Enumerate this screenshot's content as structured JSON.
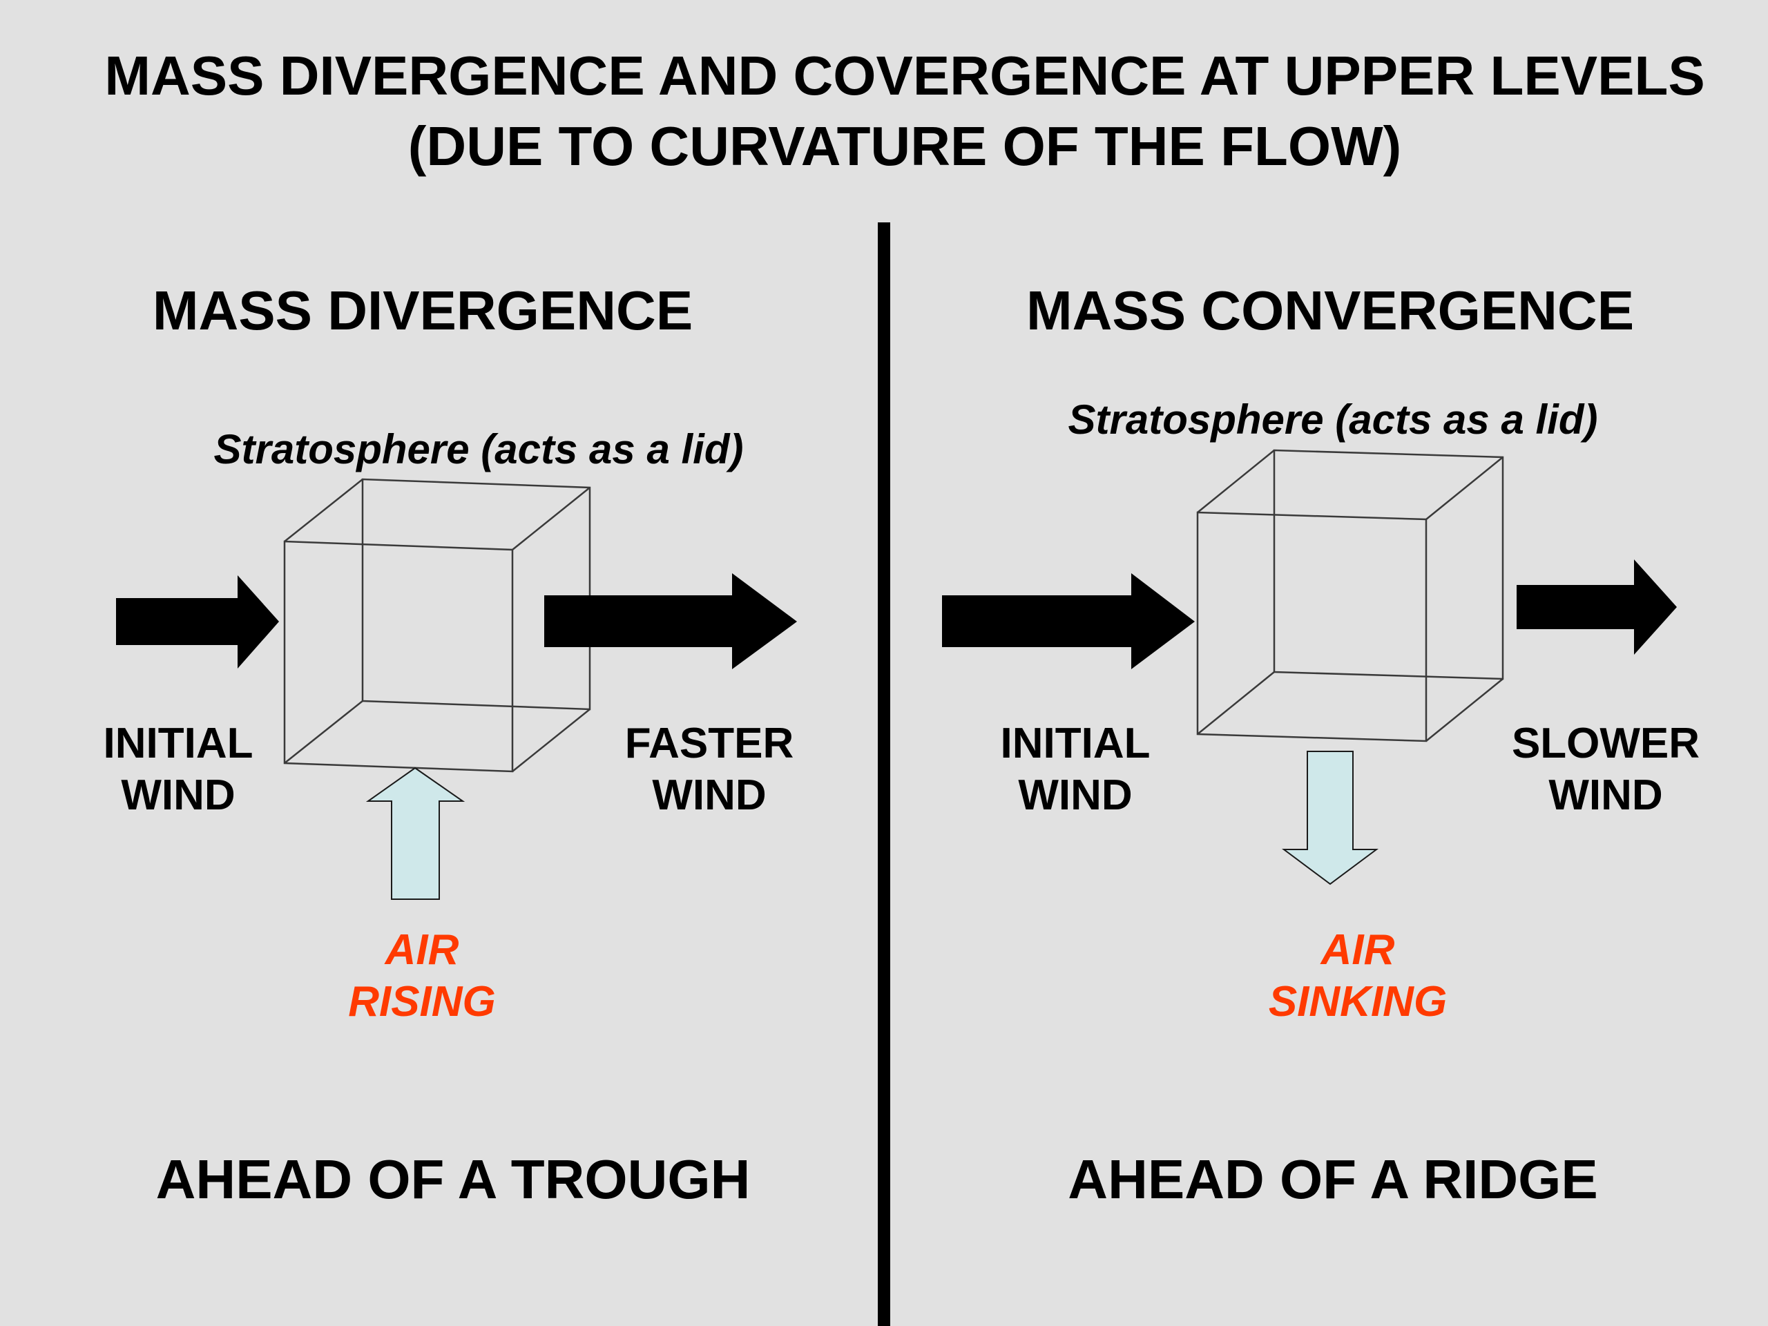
{
  "title": {
    "line1": "MASS DIVERGENCE AND COVERGENCE AT UPPER LEVELS",
    "line2": "(DUE TO CURVATURE OF THE FLOW)"
  },
  "colors": {
    "background": "#e1e1e1",
    "air_label": "#ff3a00",
    "vertical_arrow_fill": "#cfe8ea",
    "wind_arrow": "#000000"
  },
  "left_panel": {
    "heading": "MASS DIVERGENCE",
    "lid_label": "Stratosphere (acts as a lid)",
    "inflow_label_line1": "INITIAL",
    "inflow_label_line2": "WIND",
    "outflow_label_line1": "FASTER",
    "outflow_label_line2": "WIND",
    "air_label_line1": "AIR",
    "air_label_line2": "RISING",
    "location": "AHEAD OF A TROUGH",
    "vertical_arrow_direction": "up"
  },
  "right_panel": {
    "heading": "MASS CONVERGENCE",
    "lid_label": "Stratosphere (acts as a lid)",
    "inflow_label_line1": "INITIAL",
    "inflow_label_line2": "WIND",
    "outflow_label_line1": "SLOWER",
    "outflow_label_line2": "WIND",
    "air_label_line1": "AIR",
    "air_label_line2": "SINKING",
    "location": "AHEAD OF A RIDGE",
    "vertical_arrow_direction": "down"
  }
}
